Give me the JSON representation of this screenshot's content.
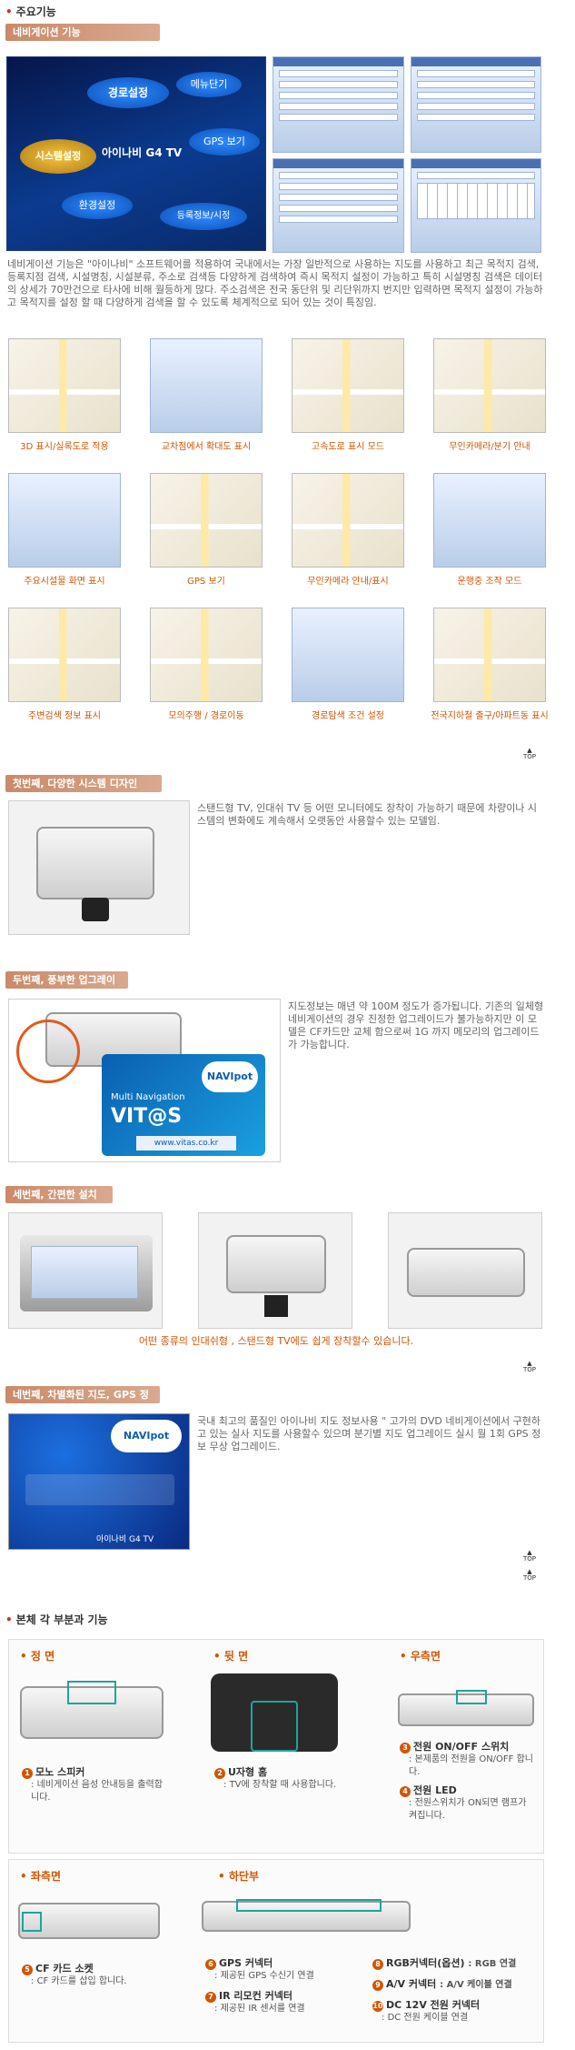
{
  "title": "주요기능",
  "nav": {
    "tab": "네비게이션 기능",
    "menu": [
      "메뉴단기",
      "경로설정",
      "GPS 보기",
      "시스템설정",
      "등록정보/시정",
      "환경설정"
    ],
    "logo": "아이나비 G4 TV",
    "paragraph": "네비게이션 기능은 \"아이나비\" 소프트웨어를 적용하여 국내에서는 가장 일반적으로 사용하는 지도를 사용하고 최근 목적지 검색, 등록지점 검색, 시설명칭, 시설분류, 주소로 검색등 다양하게 검색하여 즉시 목적지 설정이 가능하고 특히 시설명칭 검색은 데이터의 상세가 70만건으로 타사에 비해 월등하게 많다. 주소검색은 전국 동단위 및 리단위까지 번지만 입력하면 목적지 설정이 가능하고 목적지를 설정 할 때 다양하게 검색을 할 수 있도록 체계적으로 되어 있는 것이 특징임.",
    "features": [
      "3D 표시/실록도로 적용",
      "교차점에서 확대도 표시",
      "고속도로 표시 모드",
      "무인카메라/분기 안내",
      "주요시설물 화면 표시",
      "GPS 보기",
      "무인카메라 안내/표시",
      "운행중 조작 모드",
      "주변검색 정보 표시",
      "모의주행 / 경로이동",
      "경로탐색 조건 설정",
      "전국지하철 출구/아파트동 표시"
    ]
  },
  "top_label": "TOP",
  "sections": {
    "s1": {
      "tab": "첫번째, 다양한 시스템 디자인",
      "text": "스탠드형 TV, 인대쉬 TV 등 어떤 모니터에도 장착이 가능하기 때문에 차량이나 시스템의 변화에도 계속해서 오랫동안 사용할수 있는 모델임."
    },
    "s2": {
      "tab": "두번째, 풍부한 업그레이드",
      "text": "지도정보는 매년 약 100M 정도가 증가됩니다. 기존의 일체형 네비게이션의 경우 진정한 업그레이드가 불가능하지만 이 모델은 CF카드만 교체 함으로써 1G 까지 메모리의 업그레이드가 가능합니다.",
      "card_brand": "NAVIpot",
      "card_title": "Multi Navigation",
      "card_logo": "VIT@S",
      "card_url": "www.vitas.co.kr"
    },
    "s3": {
      "tab": "세번째, 간편한 설치",
      "caption": "어떤 종류의 인대쉬형 , 스탠드형 TV에도 쉽게 장착할수 있습니다."
    },
    "s4": {
      "tab": "네번째, 차별화된 지도, GPS 정보",
      "text": "국내 최고의 품질인 아이나비 지도 정보사용 \" 고가의 DVD 네비게이션에서 구현하고 있는 실사 지도를 사용할수 있으며 분기별 지도 업그레이드 실시 월 1회 GPS 정보 무상 업그레이드.",
      "brand": "NAVIpot",
      "logo": "아이나비 G4 TV"
    }
  },
  "parts": {
    "title": "본체 각 부분과 기능",
    "front": {
      "head": "정 면",
      "items": [
        {
          "n": "1",
          "title": "모노 스피커",
          "desc": "네비게이션 음성 안내등을 출력합니다."
        }
      ]
    },
    "back": {
      "head": "뒷 면",
      "items": [
        {
          "n": "2",
          "title": "U자형 홈",
          "desc": "TV에 장착할 때 사용합니다."
        }
      ]
    },
    "right": {
      "head": "우측면",
      "items": [
        {
          "n": "3",
          "title": "전원 ON/OFF 스위치",
          "desc": "본제품의 전원을 ON/OFF 합니다."
        },
        {
          "n": "4",
          "title": "전원 LED",
          "desc": "전원스위치가 ON되면 램프가 켜집니다."
        }
      ]
    },
    "left": {
      "head": "좌측면",
      "items": [
        {
          "n": "5",
          "title": "CF 카드 소켓",
          "desc": "CF 카드를 삽입 합니다."
        }
      ]
    },
    "bottom": {
      "head": "하단부",
      "items": [
        {
          "n": "6",
          "title": "GPS 커넥터",
          "desc": "제공된 GPS 수신기 연결"
        },
        {
          "n": "7",
          "title": "IR 리모컨 커넥터",
          "desc": "제공된 IR 센서를 연결"
        },
        {
          "n": "8",
          "title": "RGB커넥터(옵션)",
          "desc": "RGB 연결"
        },
        {
          "n": "9",
          "title": "A/V 커넥터",
          "desc": "A/V 케이블 연결"
        },
        {
          "n": "10",
          "title": "DC 12V 전원 커넥터",
          "desc": "DC 전원 케이블 연결"
        }
      ]
    }
  },
  "colors": {
    "accent": "#d35400",
    "tab": "#c98a6a",
    "teal": "#22a39a"
  }
}
